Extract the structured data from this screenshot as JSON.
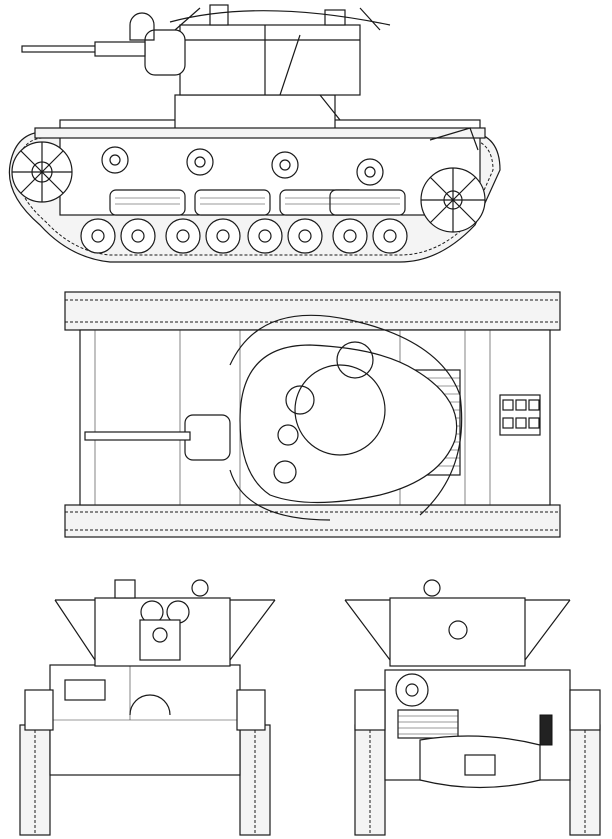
{
  "drawing": {
    "subject": "",
    "views": [
      "side",
      "top",
      "front",
      "rear"
    ],
    "colors": {
      "line": "#1a1a1a",
      "fill": "#f4f4f4",
      "background": "#ffffff"
    }
  }
}
